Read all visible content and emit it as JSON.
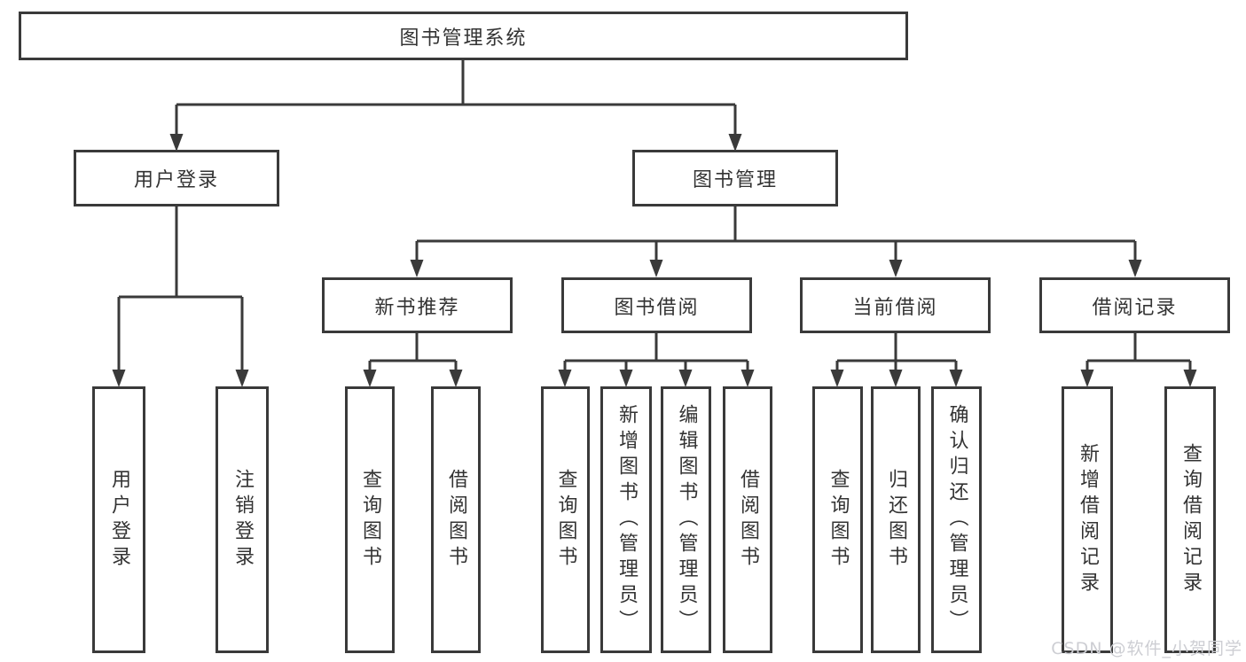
{
  "diagram": {
    "title": "图书管理系统",
    "watermark": "CSDN @软件_小贺同学",
    "colors": {
      "line": "#3a3a3a",
      "text": "#333333",
      "box_bg": "#ffffff",
      "watermark": "#cdced3"
    },
    "nodes": {
      "root": {
        "label": "图书管理系统"
      },
      "user_login_group": {
        "label": "用户登录"
      },
      "book_mgmt": {
        "label": "图书管理"
      },
      "new_book_rec": {
        "label": "新书推荐"
      },
      "book_borrow": {
        "label": "图书借阅"
      },
      "current_borrow": {
        "label": "当前借阅"
      },
      "borrow_records": {
        "label": "借阅记录"
      },
      "leaf_user_login": {
        "label": "用户登录"
      },
      "leaf_logout": {
        "label": "注销登录"
      },
      "leaf_rec_query": {
        "label": "查询图书"
      },
      "leaf_rec_borrow": {
        "label": "借阅图书"
      },
      "leaf_bb_query": {
        "label": "查询图书"
      },
      "leaf_bb_add": {
        "label": "新增图书（管理员）"
      },
      "leaf_bb_edit": {
        "label": "编辑图书（管理员）"
      },
      "leaf_bb_borrow": {
        "label": "借阅图书"
      },
      "leaf_cb_query": {
        "label": "查询图书"
      },
      "leaf_cb_return": {
        "label": "归还图书"
      },
      "leaf_cb_confirm": {
        "label": "确认归还（管理员）"
      },
      "leaf_br_add": {
        "label": "新增借阅记录"
      },
      "leaf_br_query": {
        "label": "查询借阅记录"
      }
    },
    "edges": [
      {
        "from": "root",
        "to": "user_login_group"
      },
      {
        "from": "root",
        "to": "book_mgmt"
      },
      {
        "from": "user_login_group",
        "to": "leaf_user_login"
      },
      {
        "from": "user_login_group",
        "to": "leaf_logout"
      },
      {
        "from": "book_mgmt",
        "to": "new_book_rec"
      },
      {
        "from": "book_mgmt",
        "to": "book_borrow"
      },
      {
        "from": "book_mgmt",
        "to": "current_borrow"
      },
      {
        "from": "book_mgmt",
        "to": "borrow_records"
      },
      {
        "from": "new_book_rec",
        "to": "leaf_rec_query"
      },
      {
        "from": "new_book_rec",
        "to": "leaf_rec_borrow"
      },
      {
        "from": "book_borrow",
        "to": "leaf_bb_query"
      },
      {
        "from": "book_borrow",
        "to": "leaf_bb_add"
      },
      {
        "from": "book_borrow",
        "to": "leaf_bb_edit"
      },
      {
        "from": "book_borrow",
        "to": "leaf_bb_borrow"
      },
      {
        "from": "current_borrow",
        "to": "leaf_cb_query"
      },
      {
        "from": "current_borrow",
        "to": "leaf_cb_return"
      },
      {
        "from": "current_borrow",
        "to": "leaf_cb_confirm"
      },
      {
        "from": "borrow_records",
        "to": "leaf_br_add"
      },
      {
        "from": "borrow_records",
        "to": "leaf_br_query"
      }
    ]
  }
}
